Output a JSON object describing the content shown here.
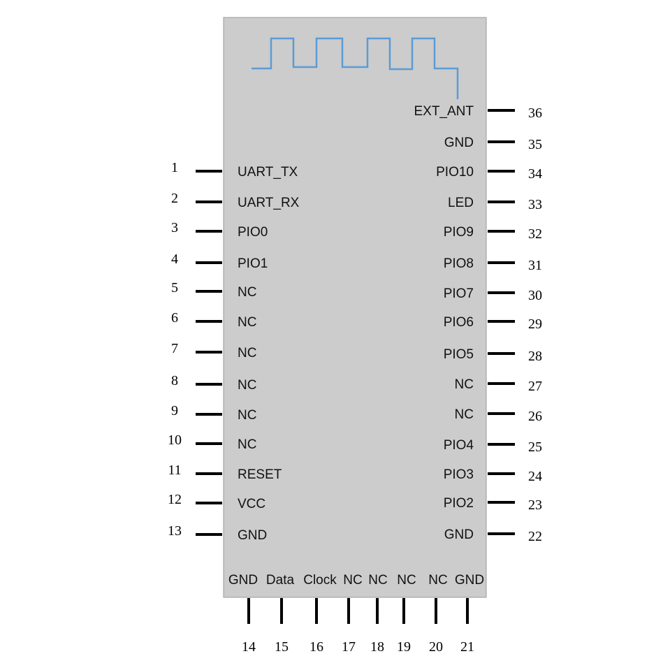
{
  "module": {
    "chip_color": "#cccccc",
    "antenna_color": "#5b9bd5",
    "antenna_icon": "square-wave-antenna-trace",
    "pins_left": [
      {
        "num": "1",
        "name": "UART_TX"
      },
      {
        "num": "2",
        "name": "UART_RX"
      },
      {
        "num": "3",
        "name": "PIO0"
      },
      {
        "num": "4",
        "name": "PIO1"
      },
      {
        "num": "5",
        "name": "NC"
      },
      {
        "num": "6",
        "name": "NC"
      },
      {
        "num": "7",
        "name": "NC"
      },
      {
        "num": "8",
        "name": "NC"
      },
      {
        "num": "9",
        "name": "NC"
      },
      {
        "num": "10",
        "name": "NC"
      },
      {
        "num": "11",
        "name": "RESET"
      },
      {
        "num": "12",
        "name": "VCC"
      },
      {
        "num": "13",
        "name": "GND"
      }
    ],
    "pins_bottom": [
      {
        "num": "14",
        "name": "GND"
      },
      {
        "num": "15",
        "name": "Data"
      },
      {
        "num": "16",
        "name": "Clock"
      },
      {
        "num": "17",
        "name": "NC"
      },
      {
        "num": "18",
        "name": "NC"
      },
      {
        "num": "19",
        "name": "NC"
      },
      {
        "num": "20",
        "name": "NC"
      },
      {
        "num": "21",
        "name": "GND"
      }
    ],
    "pins_right": [
      {
        "num": "36",
        "name": "EXT_ANT"
      },
      {
        "num": "35",
        "name": "GND"
      },
      {
        "num": "34",
        "name": "PIO10"
      },
      {
        "num": "33",
        "name": "LED"
      },
      {
        "num": "32",
        "name": "PIO9"
      },
      {
        "num": "31",
        "name": "PIO8"
      },
      {
        "num": "30",
        "name": "PIO7"
      },
      {
        "num": "29",
        "name": "PIO6"
      },
      {
        "num": "28",
        "name": "PIO5"
      },
      {
        "num": "27",
        "name": "NC"
      },
      {
        "num": "26",
        "name": "NC"
      },
      {
        "num": "25",
        "name": "PIO4"
      },
      {
        "num": "24",
        "name": "PIO3"
      },
      {
        "num": "23",
        "name": "PIO2"
      },
      {
        "num": "22",
        "name": "GND"
      }
    ]
  }
}
